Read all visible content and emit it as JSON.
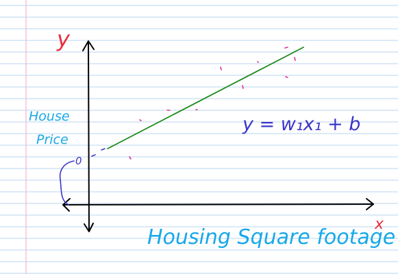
{
  "diagram": {
    "y_axis_label": "y",
    "x_axis_label": "x",
    "y_axis_title_line1": "House",
    "y_axis_title_line2": "Price",
    "x_axis_title": "Housing Square footage",
    "equation": "y = w₁x₁ + b",
    "intercept_label": "0",
    "colors": {
      "paper": "#ffffff",
      "rule_line": "#b8d4f0",
      "margin_line": "#f2b6d4",
      "axis": "#000000",
      "axis_letter": "#e8303c",
      "regression_line": "#1e8a1e",
      "data_points": "#d6329a",
      "axis_title": "#18a8e8",
      "equation": "#3a36c8",
      "intercept_annotation": "#3a36c8"
    }
  }
}
